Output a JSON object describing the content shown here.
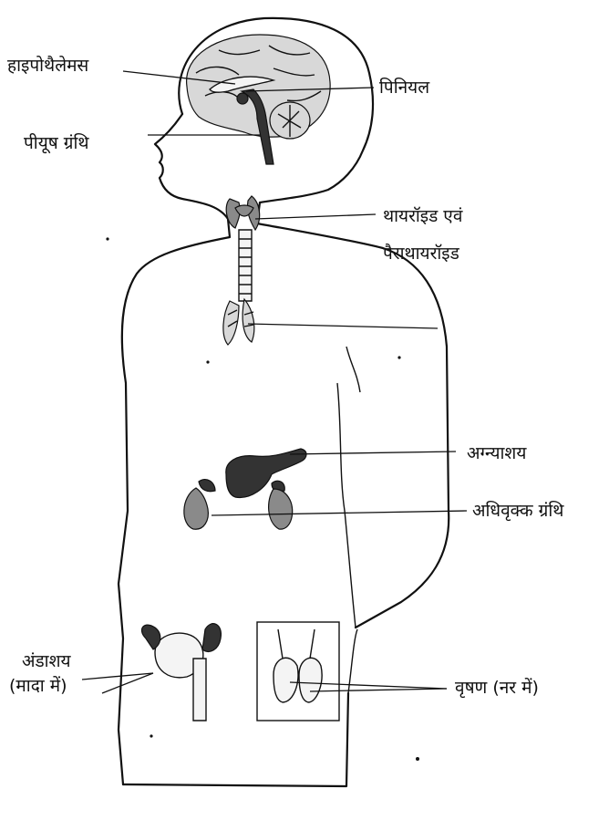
{
  "labels": {
    "hypothalamus": "हाइपोथैलेमस",
    "pineal": "पिनियल",
    "pituitary": "पीयूष ग्रंथि",
    "thyroid_line1": "थायरॉइड एवं",
    "thyroid_line2": "पैराथायरॉइड",
    "pancreas": "अग्न्याशय",
    "adrenal": "अधिवृक्क ग्रंथि",
    "ovary_line1": "अंडाशय",
    "ovary_line2": "(मादा में)",
    "testis": "वृषण (नर में)"
  }
}
